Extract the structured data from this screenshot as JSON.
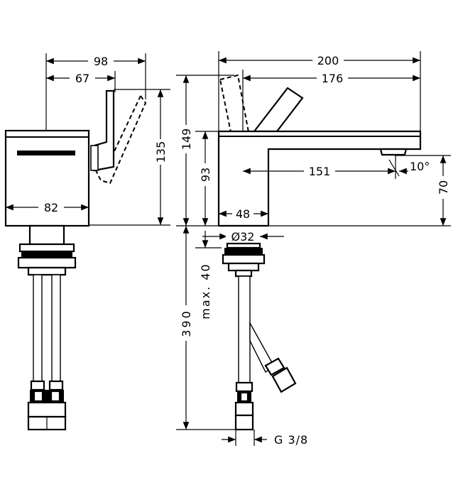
{
  "drawing": {
    "side_view": {
      "dim_overall_depth": "98",
      "dim_lever_depth": "67",
      "dim_height": "135",
      "dim_body_width": "82"
    },
    "front_view": {
      "dim_overall_length": "200",
      "dim_lever_length": "176",
      "dim_total_height": "149",
      "dim_body_height": "93",
      "dim_spout_reach": "151",
      "dim_spout_angle": "10°",
      "dim_spout_height": "70",
      "dim_body_width": "48",
      "dim_shank_diameter": "Ø32",
      "dim_max_thickness": "max. 40",
      "dim_hose_length": "390",
      "dim_connection": "G 3/8"
    }
  }
}
